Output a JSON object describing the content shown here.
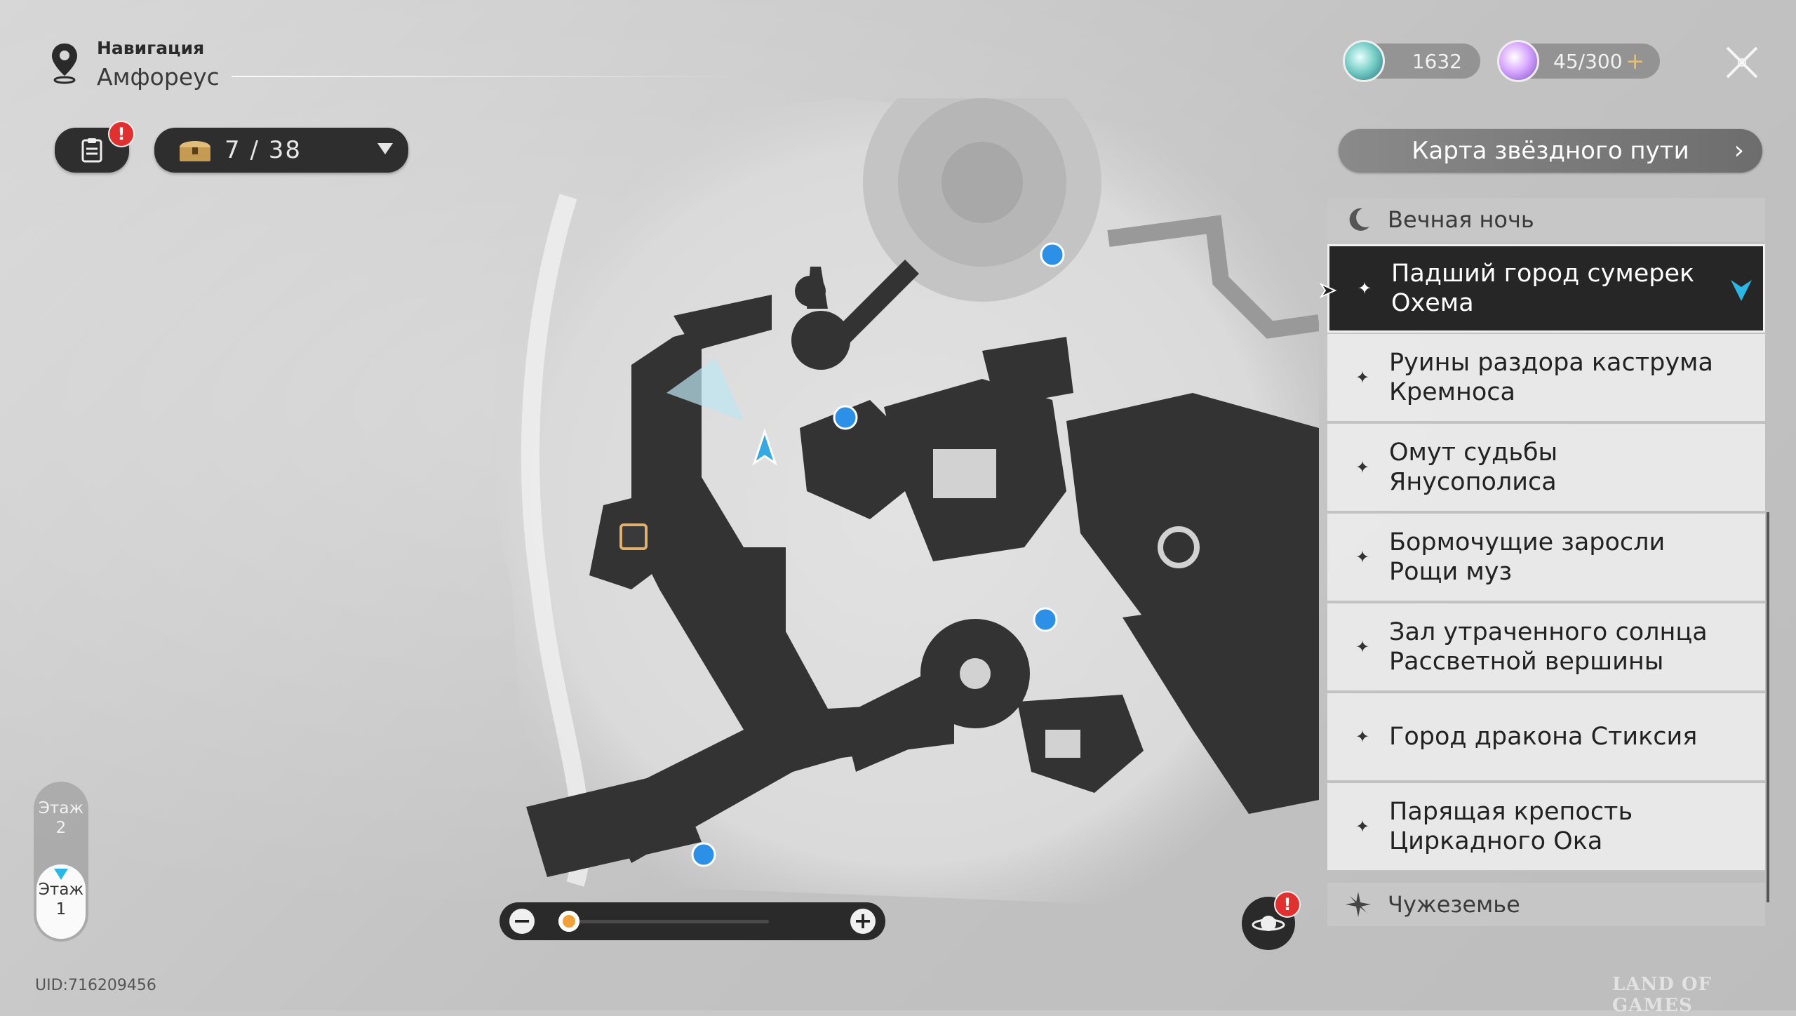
{
  "header": {
    "title": "Навигация",
    "location": "Амфореус",
    "pin_icon": "map-pin-icon"
  },
  "currencies": {
    "stellar_jade": "1632",
    "trailblaze_power": "45/300",
    "plus": "+"
  },
  "toolbar": {
    "mission_badge": "!",
    "chest_count": "7 / 38"
  },
  "route_button": {
    "label": "Карта звёздного пути",
    "chevron": "›"
  },
  "region_groups": [
    {
      "label": "Вечная ночь",
      "icon": "crescent-moon-icon"
    },
    {
      "label": "Чужеземье",
      "icon": "star-burst-icon"
    }
  ],
  "locations": [
    {
      "label": "Падший город сумерек Охема",
      "selected": true
    },
    {
      "label": "Руины раздора каструма Кремноса",
      "selected": false
    },
    {
      "label": "Омут судьбы Янусополиса",
      "selected": false
    },
    {
      "label": "Бормочущие заросли Рощи муз",
      "selected": false
    },
    {
      "label": "Зал утраченного солнца Рассветной вершины",
      "selected": false
    },
    {
      "label": "Город дракона Стиксия",
      "selected": false
    },
    {
      "label": "Парящая крепость Циркадного Ока",
      "selected": false
    }
  ],
  "floors": {
    "upper": "Этаж\n2",
    "lower": "Этаж\n1",
    "active": "1"
  },
  "zoom": {
    "minus": "−",
    "plus": "+",
    "level_fraction": 0.05
  },
  "universe_badge": "!",
  "uid": "UID:716209456",
  "watermark": "LAND OF GAMES",
  "colors": {
    "accent_cyan": "#2bb6e6",
    "badge_red": "#e03030",
    "zoom_orange": "#f2a03a",
    "panel_selected": "#262626"
  }
}
